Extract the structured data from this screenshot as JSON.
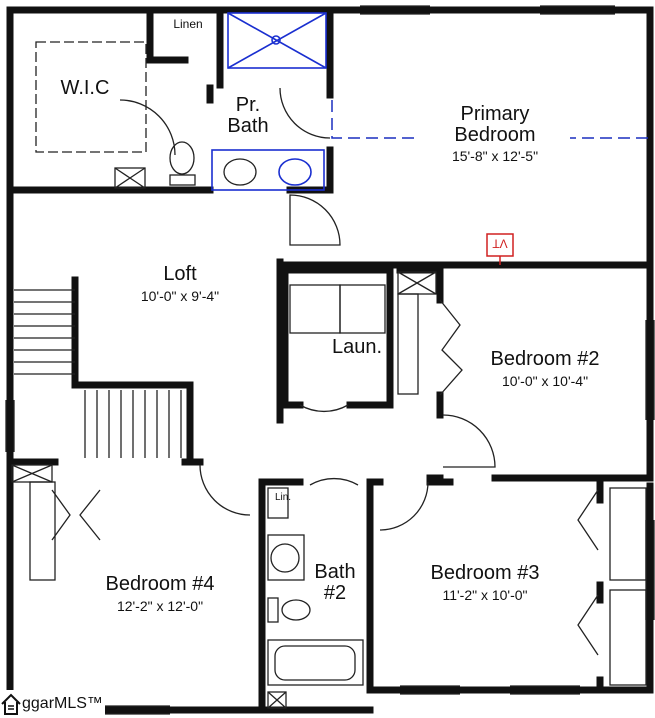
{
  "rooms": {
    "wic": {
      "name": "W.I.C"
    },
    "linen": {
      "name": "Linen"
    },
    "primary_bath": {
      "name_line1": "Pr.",
      "name_line2": "Bath"
    },
    "primary_bedroom": {
      "name_line1": "Primary",
      "name_line2": "Bedroom",
      "dimensions": "15'-8\" x 12'-5\""
    },
    "tv": {
      "name": "TV"
    },
    "loft": {
      "name": "Loft",
      "dimensions": "10'-0\" x 9'-4\""
    },
    "laundry": {
      "name": "Laun."
    },
    "bedroom2": {
      "name": "Bedroom #2",
      "dimensions": "10'-0\" x 10'-4\""
    },
    "linen2": {
      "name": "Lin."
    },
    "bath2": {
      "name_line1": "Bath",
      "name_line2": "#2"
    },
    "bedroom3": {
      "name": "Bedroom #3",
      "dimensions": "11'-2\" x 10'-0\""
    },
    "bedroom4": {
      "name": "Bedroom #4",
      "dimensions": "12'-2\" x 12'-0\""
    }
  },
  "watermark": {
    "text": "ggarMLS™"
  },
  "colors": {
    "fixtures": "#1a2fd0",
    "tv_marker": "#d02020",
    "walls": "#111111"
  }
}
